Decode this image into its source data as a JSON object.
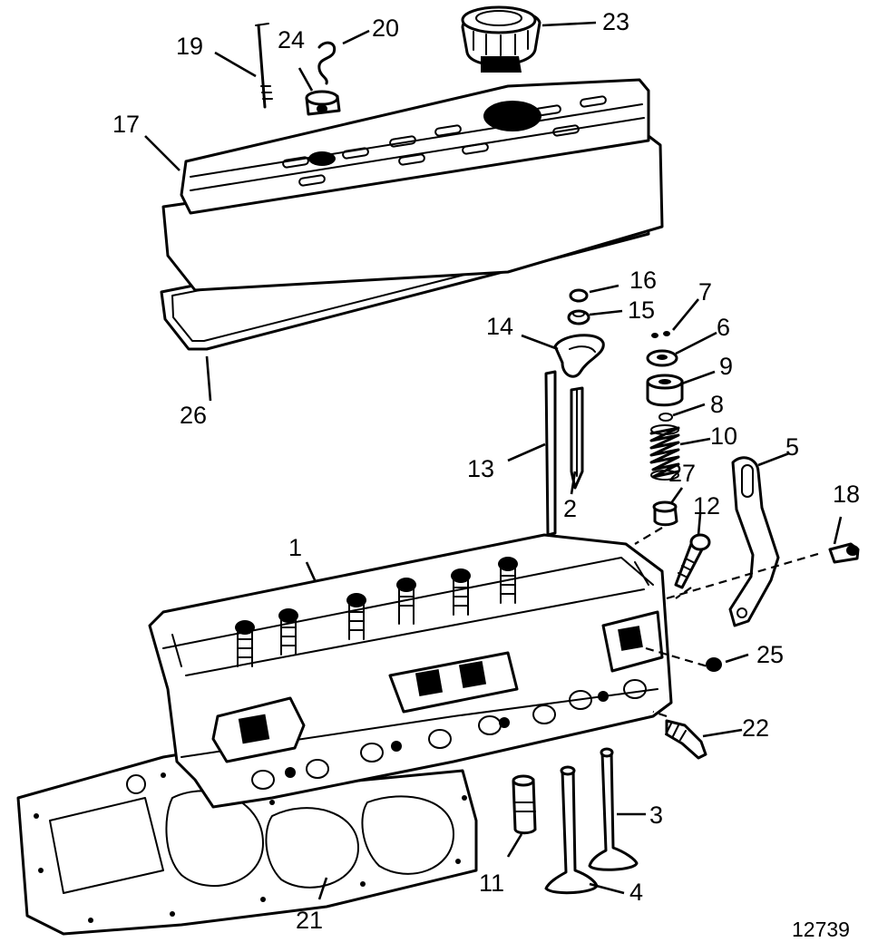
{
  "figure_number": "12739",
  "callouts": {
    "c1": "1",
    "c2": "2",
    "c3": "3",
    "c4": "4",
    "c5": "5",
    "c6": "6",
    "c7": "7",
    "c8": "8",
    "c9": "9",
    "c10": "10",
    "c11": "11",
    "c12": "12",
    "c13": "13",
    "c14": "14",
    "c15": "15",
    "c16": "16",
    "c17": "17",
    "c18": "18",
    "c19": "19",
    "c20": "20",
    "c21": "21",
    "c22": "22",
    "c23": "23",
    "c24": "24",
    "c25": "25",
    "c26": "26",
    "c27": "27"
  }
}
